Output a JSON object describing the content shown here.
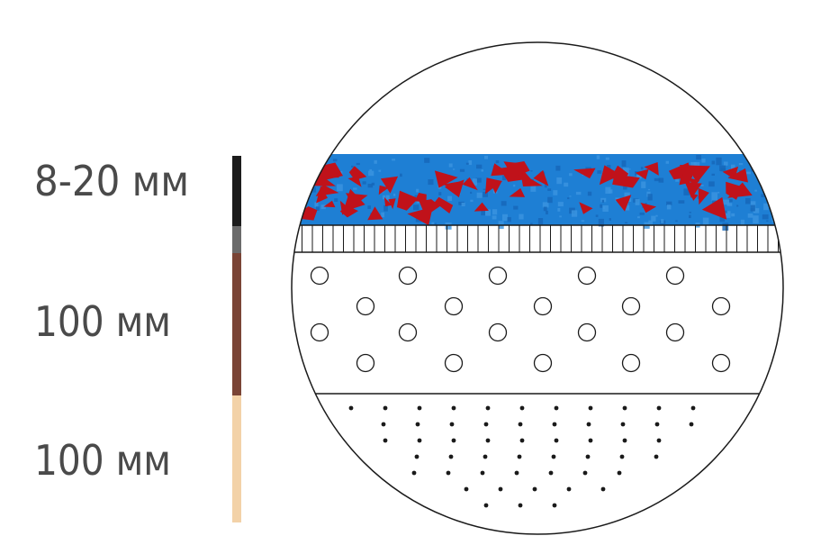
{
  "labels": {
    "top": "8-20 мм",
    "middle": "100 мм",
    "bottom": "100 мм"
  },
  "colors": {
    "label_text": "#4a4a4a",
    "bar_top": "#1c1c1c",
    "bar_gap": "#6b6b6b",
    "bar_middle": "#7a4436",
    "bar_bottom": "#f3d2a8",
    "blue_layer": "#1e7fd4",
    "blue_speckle": "#3b95e0",
    "chip_red": "#c0121a",
    "outline": "#1a1a1a"
  },
  "layers": [
    {
      "name": "coating-layer",
      "pattern": "red chips on blue"
    },
    {
      "name": "grid-layer",
      "pattern": "vertical hatch"
    },
    {
      "name": "circle-layer",
      "pattern": "open circles"
    },
    {
      "name": "dot-layer",
      "pattern": "black dots"
    }
  ]
}
